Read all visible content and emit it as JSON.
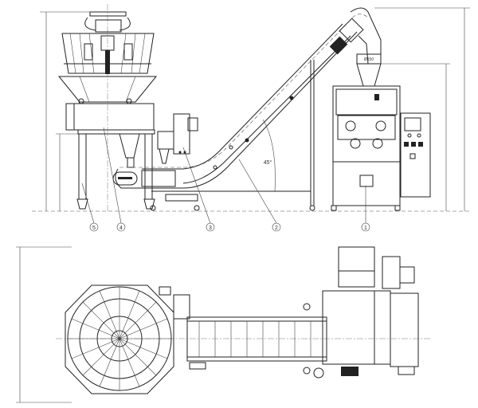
{
  "drawing": {
    "title": "Multihead weigher packing line",
    "angle_label": "45°",
    "outlet_label": "Ø150",
    "callouts": [
      "1",
      "2",
      "3",
      "4",
      "5"
    ]
  }
}
